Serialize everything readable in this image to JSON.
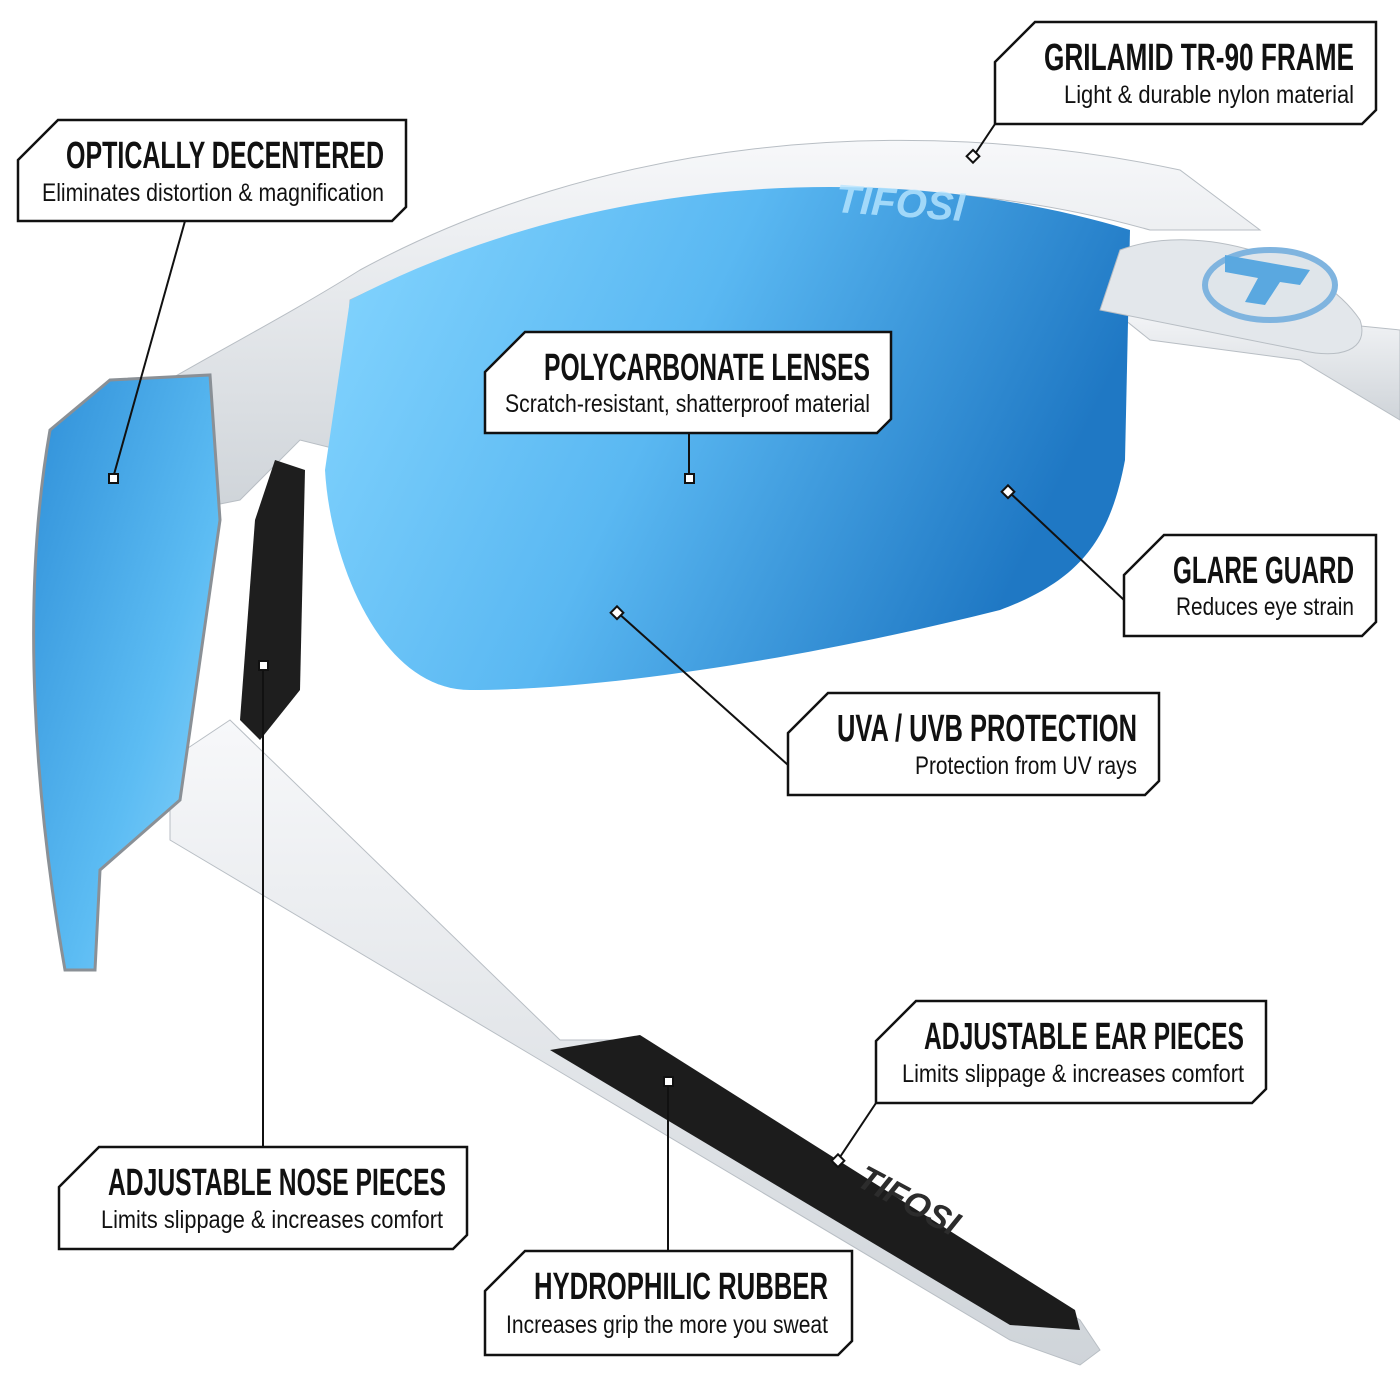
{
  "brand": "TIFOSI",
  "colors": {
    "lens": "#3a9be0",
    "lens_light": "#7fd0fb",
    "frame": "#e9ecef",
    "rubber": "#1a1a1a",
    "outline": "#111111"
  },
  "callouts": [
    {
      "title": "GRILAMID TR-90 FRAME",
      "subtitle": "Light & durable nylon material"
    },
    {
      "title": "OPTICALLY DECENTERED",
      "subtitle": "Eliminates distortion & magnification"
    },
    {
      "title": "POLYCARBONATE LENSES",
      "subtitle": "Scratch-resistant, shatterproof material"
    },
    {
      "title": "GLARE GUARD",
      "subtitle": "Reduces eye strain"
    },
    {
      "title": "UVA / UVB PROTECTION",
      "subtitle": "Protection from UV rays"
    },
    {
      "title": "ADJUSTABLE EAR PIECES",
      "subtitle": "Limits slippage & increases comfort"
    },
    {
      "title": "ADJUSTABLE NOSE PIECES",
      "subtitle": "Limits slippage & increases comfort"
    },
    {
      "title": "HYDROPHILIC RUBBER",
      "subtitle": "Increases grip the more you sweat"
    }
  ]
}
